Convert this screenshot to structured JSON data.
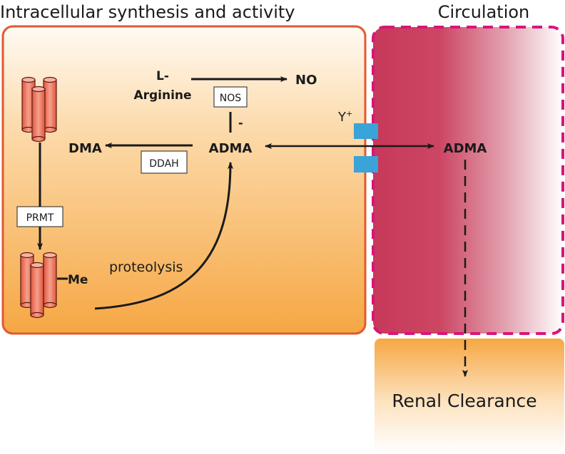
{
  "titles": {
    "left": "Intracellular synthesis and activity",
    "right": "Circulation"
  },
  "labels": {
    "l_prefix": "L-",
    "arginine": "Arginine",
    "no": "NO",
    "nos": "NOS",
    "inhibit": "-",
    "adma_intra": "ADMA",
    "dma": "DMA",
    "ddah": "DDAH",
    "prmt": "PRMT",
    "me": "Me",
    "proteolysis": "proteolysis",
    "transporter": "Y",
    "transporter_sup": "+",
    "adma_circ": "ADMA",
    "renal": "Renal Clearance"
  },
  "colors": {
    "cell_border": "#e2582f",
    "cell_fill_bottom": "#f6a744",
    "circulation_border": "#d8157a",
    "circulation_fill": "#c8385a",
    "transporter": "#3aa3d8",
    "protein": "#e8705a"
  }
}
